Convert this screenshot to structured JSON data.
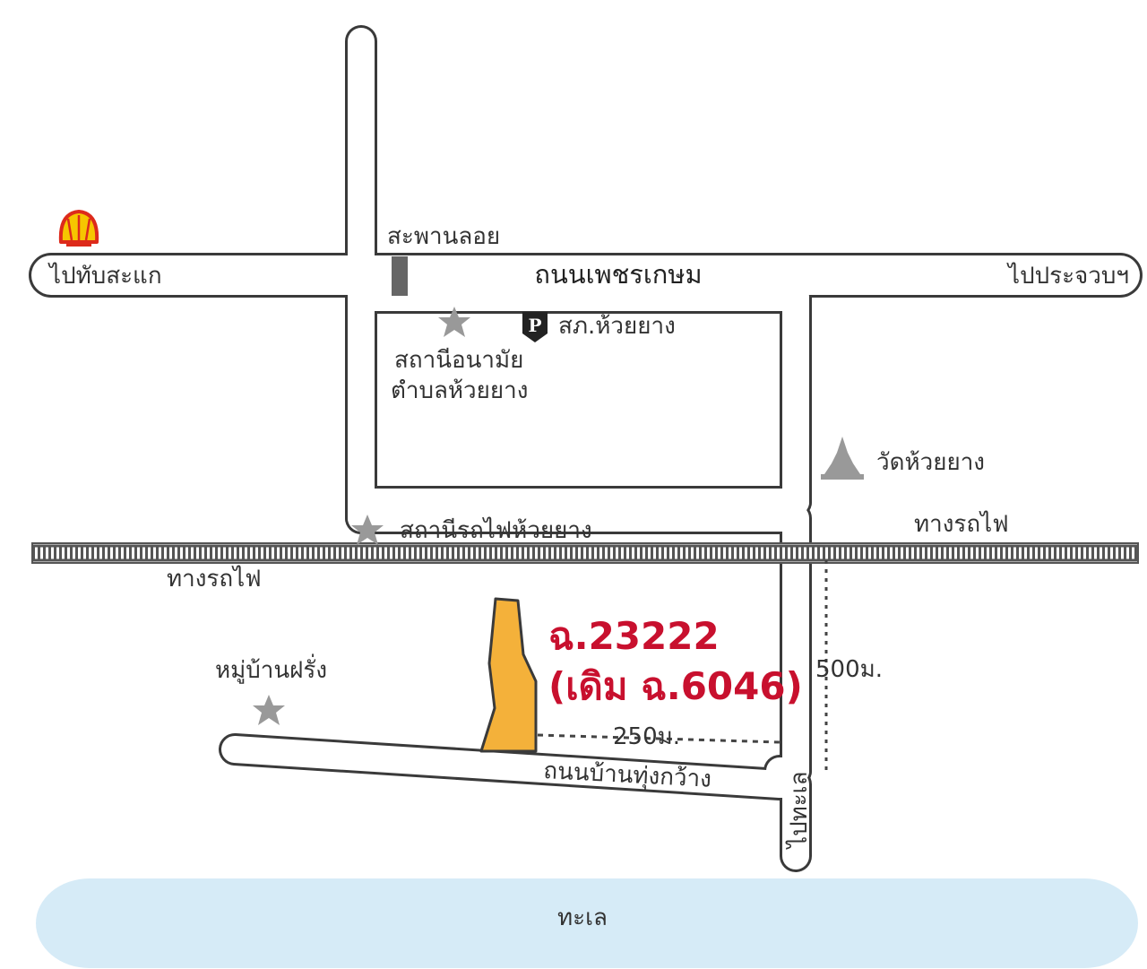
{
  "colors": {
    "road_outline": "#3a3a3a",
    "road_fill": "#ffffff",
    "sea": "#d6ebf7",
    "plot": "#f4b13a",
    "plot_label": "#c8102e",
    "marker": "#999999",
    "bridge": "#666666"
  },
  "icons": {
    "gas_station": "shell-logo-icon",
    "parking": "parking-icon",
    "temple": "temple-stupa-icon",
    "landmark": "star-icon"
  },
  "labels": {
    "bridge": "สะพานลอย",
    "main_road": "ถนนเพชรเกษม",
    "to_west": "ไปทับสะแก",
    "to_east": "ไปประจวบฯ",
    "police": "สภ.ห้วยยาง",
    "health_line1": "สถานีอนามัย",
    "health_line2": "ตำบลห้วยยาง",
    "temple": "วัดห้วยยาง",
    "station": "สถานีรถไฟห้วยยาง",
    "railway_left": "ทางรถไฟ",
    "railway_right": "ทางรถไฟ",
    "village": "หมู่บ้านฝรั่ง",
    "plot_line1": "ฉ.23222",
    "plot_line2": "(เดิม ฉ.6046)",
    "dist_250": "250ม.",
    "dist_500": "500ม.",
    "road_south": "ถนนบ้านทุ่งกว้าง",
    "to_sea": "ไปทะเล",
    "sea": "ทะเล",
    "parking_letter": "P"
  }
}
